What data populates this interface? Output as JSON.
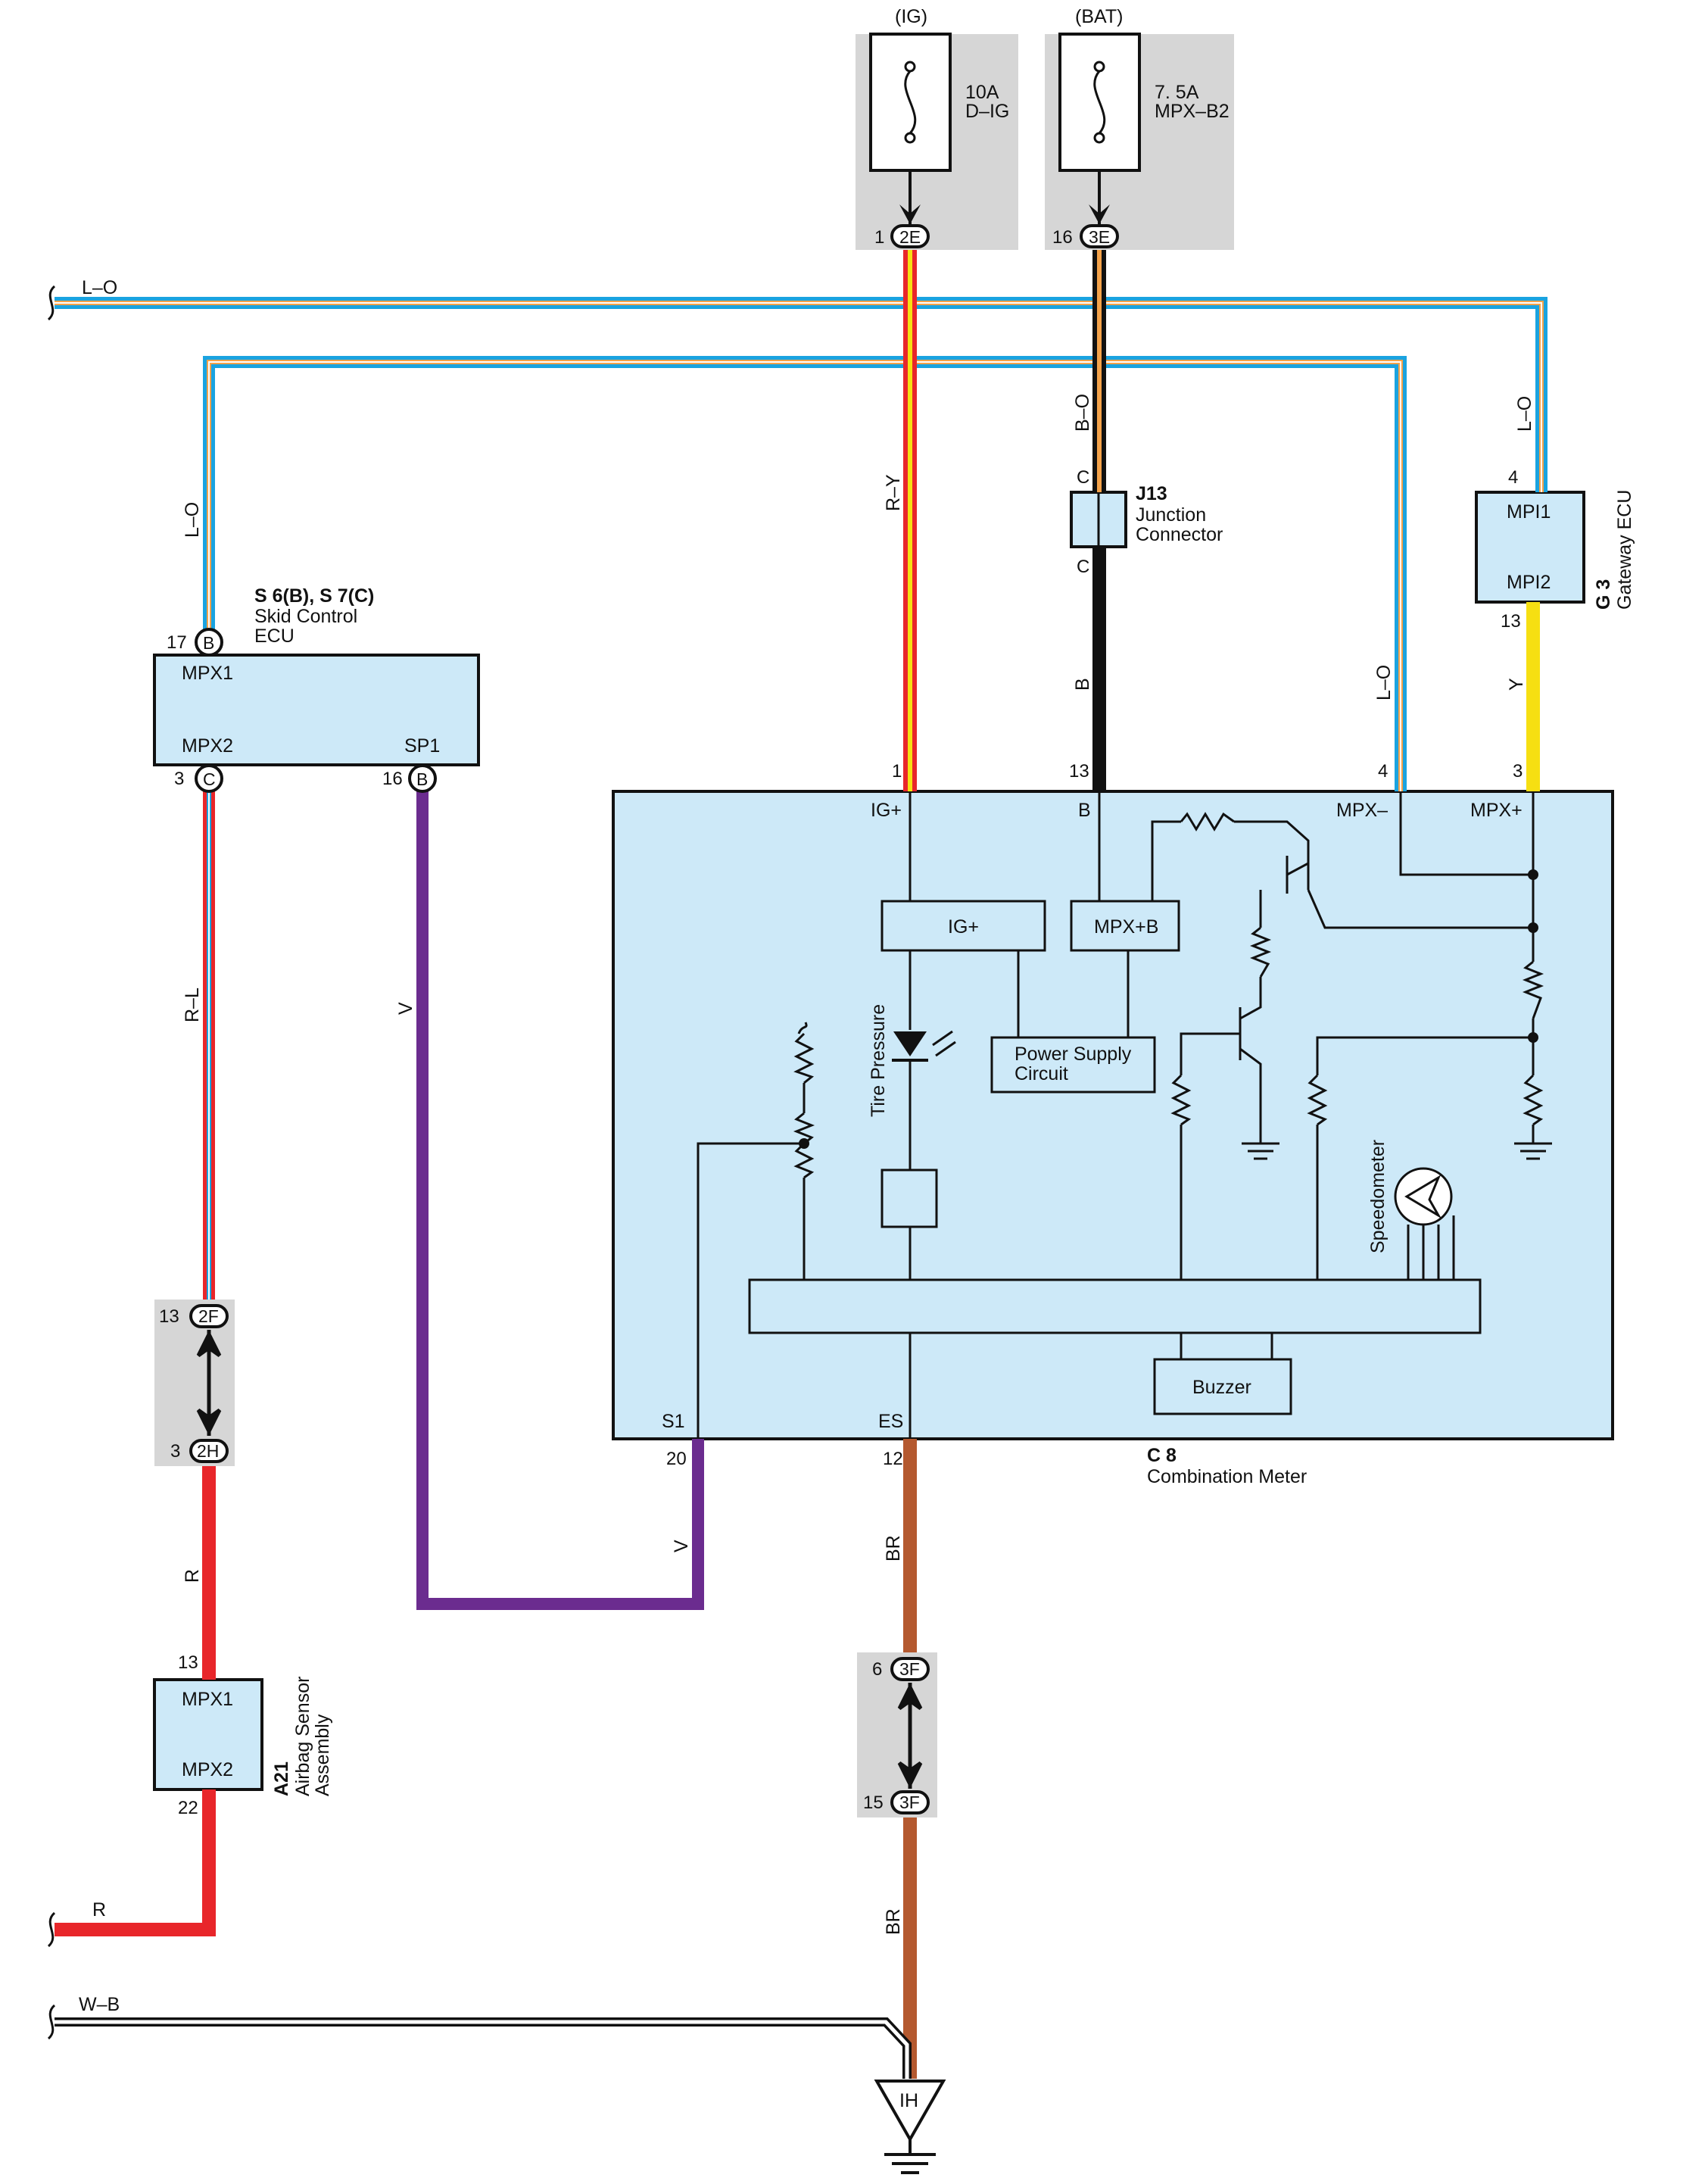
{
  "fuses": [
    {
      "supply": "(IG)",
      "rating": "10A",
      "name": "D–IG",
      "pin": "1",
      "connector": "2E"
    },
    {
      "supply": "(BAT)",
      "rating": "7. 5A",
      "name": "MPX–B2",
      "pin": "16",
      "connector": "3E"
    }
  ],
  "components": {
    "skid_ecu": {
      "code": "S 6(B), S 7(C)",
      "name_line1": "Skid Control",
      "name_line2": "ECU",
      "mpx1": "MPX1",
      "mpx2": "MPX2",
      "sp1": "SP1",
      "pin_top": "17",
      "conn_top": "B",
      "pin_mpx2": "3",
      "conn_mpx2": "C",
      "pin_sp1": "16",
      "conn_sp1": "B"
    },
    "junction": {
      "code": "J13",
      "name_line1": "Junction",
      "name_line2": "Connector",
      "top": "C",
      "bottom": "C"
    },
    "gateway": {
      "code": "G 3",
      "name": "Gateway ECU",
      "mpi1": "MPI1",
      "mpi2": "MPI2",
      "pin_top": "4",
      "pin_bottom": "13"
    },
    "meter": {
      "code": "C 8",
      "name": "Combination Meter",
      "pin_ig": "1",
      "pin_b": "13",
      "pin_mpxm": "4",
      "pin_mpxp": "3",
      "pin_s1": "20",
      "pin_es": "12",
      "ig_plus": "IG+",
      "b": "B",
      "mpx_minus": "MPX–",
      "mpx_plus": "MPX+",
      "s1": "S1",
      "es": "ES",
      "block_ig": "IG+",
      "block_mpxb": "MPX+B",
      "power_line1": "Power Supply",
      "power_line2": "Circuit",
      "tire": "Tire Pressure",
      "speedometer": "Speedometer",
      "buzzer": "Buzzer"
    },
    "airbag": {
      "code": "A21",
      "name_line1": "Airbag Sensor",
      "name_line2": "Assembly",
      "mpx1": "MPX1",
      "mpx2": "MPX2",
      "pin_top": "13",
      "pin_bottom": "22"
    }
  },
  "connectors": {
    "c2f": {
      "pin": "13",
      "name": "2F"
    },
    "c2h": {
      "pin": "3",
      "name": "2H"
    },
    "c3f_top": {
      "pin": "6",
      "name": "3F"
    },
    "c3f_bot": {
      "pin": "15",
      "name": "3F"
    }
  },
  "ground": "IH",
  "wires": {
    "lo_top": "L–O",
    "lo_skid": "L–O",
    "lo_meter": "L–O",
    "lo_gateway": "L–O",
    "ry": "R–Y",
    "bo": "B–O",
    "b": "B",
    "y": "Y",
    "rl": "R–L",
    "v1": "V",
    "v2": "V",
    "r1": "R",
    "r2": "R",
    "br1": "BR",
    "br2": "BR",
    "wb": "W–B"
  },
  "colors": {
    "panel": "#cde9f8",
    "blue": "#1aa3e0",
    "orange": "#f3a24a",
    "red": "#e8262a",
    "yellow": "#f6df12",
    "violet": "#6b2c8f",
    "brown": "#b4592f"
  }
}
